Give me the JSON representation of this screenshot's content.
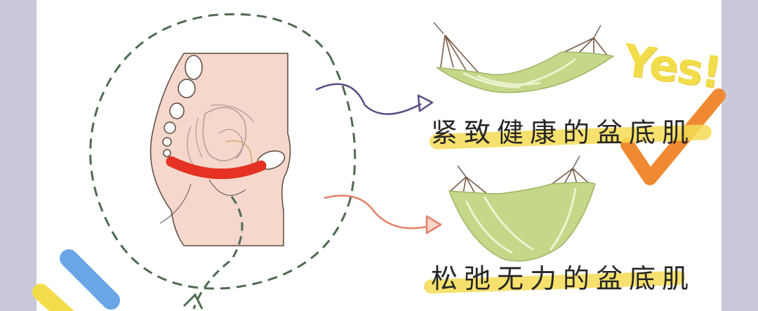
{
  "labels": {
    "healthy": "紧致健康的盆底肌",
    "relaxed": "松弛无力的盆底肌",
    "yes": "Yes!"
  },
  "colors": {
    "background": "#ffffff",
    "side_bars": "#c9c9d9",
    "skin": "#f5d7cb",
    "pelvic_floor": "#e53223",
    "dashed_circle": "#4e6b4f",
    "arrow_top": "#5a4a84",
    "arrow_bottom": "#e3806a",
    "hammock": "#c5d889",
    "highlight": "#f5dc55",
    "check": "#ef8a32",
    "blue_stroke": "#6aa6e6",
    "yellow_stroke": "#f3dc4a"
  },
  "icons": {
    "hammock_healthy": "tight-hammock-icon",
    "hammock_relaxed": "sagging-hammock-icon",
    "check": "check-mark-icon",
    "anatomy": "pelvis-cross-section-icon"
  }
}
